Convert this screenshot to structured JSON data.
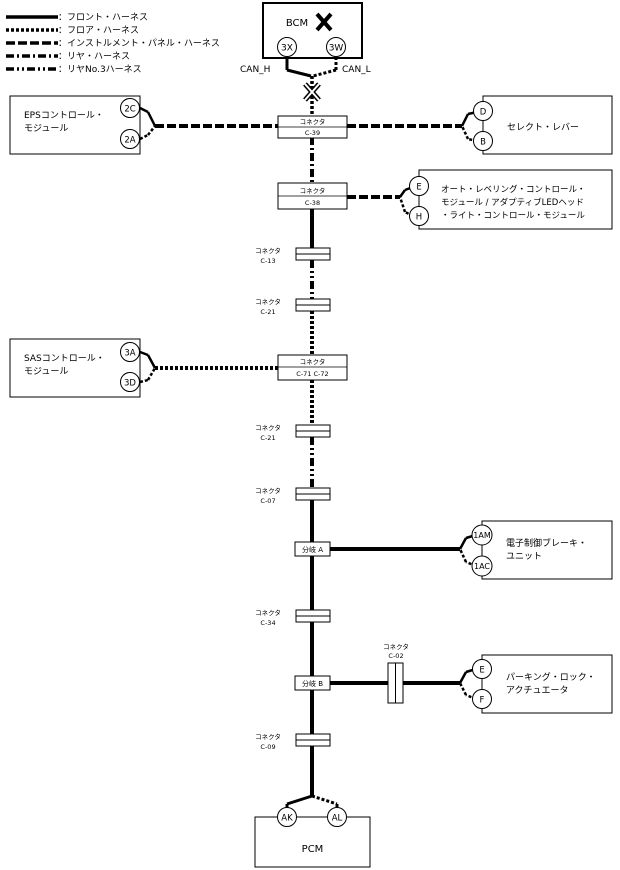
{
  "legend": [
    {
      "label": "：フロント・ハーネス",
      "style": "solid"
    },
    {
      "label": "：フロア・ハーネス",
      "style": "dotted"
    },
    {
      "label": "：インストルメント・パネル・ハーネス",
      "style": "dashed"
    },
    {
      "label": "：リヤ・ハーネス",
      "style": "dashdot"
    },
    {
      "label": "：リヤNo.3ハーネス",
      "style": "dashdotdot"
    }
  ],
  "bcm": {
    "name": "BCM",
    "pins": [
      "3X",
      "3W"
    ],
    "can_h": "CAN_H",
    "can_l": "CAN_L",
    "icon": "cross-icon"
  },
  "eps": {
    "name_lines": [
      "EPSコントロール・",
      "モジュール"
    ],
    "pins": [
      "2C",
      "2A"
    ]
  },
  "select_lever": {
    "name": "セレクト・レバー",
    "pins": [
      "D",
      "B"
    ]
  },
  "leveling": {
    "name_lines": [
      "オート・レベリング・コントロール・",
      "モジュール / アダプティブLEDヘッド",
      "・ライト・コントロール・モジュール"
    ],
    "pins": [
      "E",
      "H"
    ]
  },
  "sas": {
    "name_lines": [
      "SASコントロール・",
      "モジュール"
    ],
    "pins": [
      "3A",
      "3D"
    ]
  },
  "brake": {
    "name_lines": [
      "電子制御ブレーキ・",
      "ユニット"
    ],
    "pins": [
      "1AM",
      "1AC"
    ]
  },
  "parking": {
    "name_lines": [
      "パーキング・ロック・",
      "アクチュエータ"
    ],
    "pins": [
      "E",
      "F"
    ]
  },
  "pcm": {
    "name": "PCM",
    "pins": [
      "AK",
      "AL"
    ]
  },
  "connectors": {
    "c39": {
      "title": "コネクタ",
      "id": "C-39"
    },
    "c38": {
      "title": "コネクタ",
      "id": "C-38"
    },
    "c13": {
      "title": "コネクタ",
      "id": "C-13"
    },
    "c21a": {
      "title": "コネクタ",
      "id": "C-21"
    },
    "c71": {
      "title": "コネクタ",
      "id": "C-71 C-72"
    },
    "c21b": {
      "title": "コネクタ",
      "id": "C-21"
    },
    "c07": {
      "title": "コネクタ",
      "id": "C-07"
    },
    "c34": {
      "title": "コネクタ",
      "id": "C-34"
    },
    "c02": {
      "title": "コネクタ",
      "id": "C-02"
    },
    "c09": {
      "title": "コネクタ",
      "id": "C-09"
    }
  },
  "junctions": {
    "a": "分岐 A",
    "b": "分岐 B"
  }
}
